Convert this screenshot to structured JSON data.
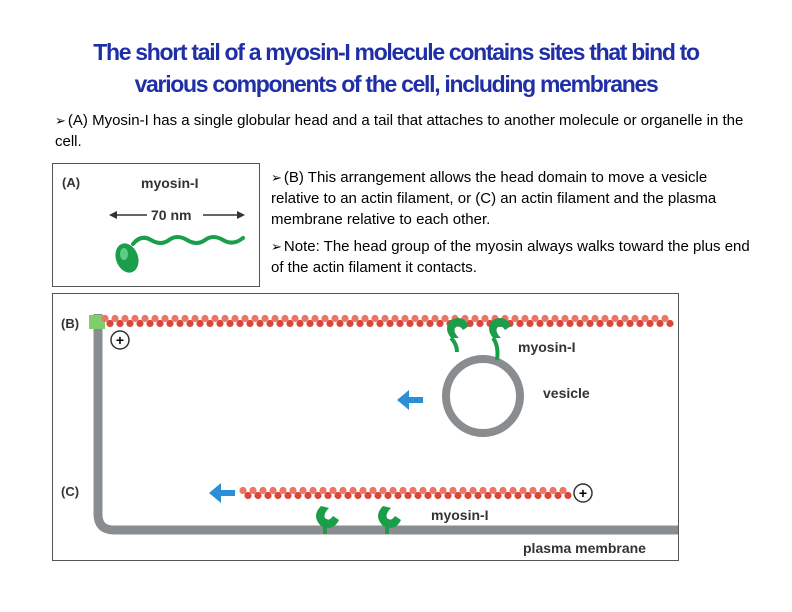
{
  "slide": {
    "title_line1": "The short tail of a myosin-I molecule contains sites that bind to",
    "title_line2": "various components of the cell, including  membranes",
    "bullets": [
      "(A) Myosin-I has a single globular head and a tail that attaches to another molecule or organelle in the cell.",
      "(B) This arrangement allows the head domain to move a vesicle relative to an actin filament, or (C) an actin filament and the plasma membrane relative to each other.",
      "Note: The head group of the myosin always walks toward the plus end of the actin filament it contacts."
    ],
    "bullet_marker": "Ø"
  },
  "figure_a": {
    "panel_label": "(A)",
    "molecule_label": "myosin-I",
    "scale_label": "70 nm"
  },
  "figure_bc": {
    "panel_b_label": "(B)",
    "panel_c_label": "(C)",
    "plus_sign": "+",
    "myosin_label_b": "myosin-I",
    "vesicle_label": "vesicle",
    "myosin_label_c": "myosin-I",
    "membrane_label": "plasma membrane"
  },
  "colors": {
    "title": "#1f2fa6",
    "myosin_green": "#1a9e4a",
    "actin_red": "#e4574a",
    "arrow_blue": "#2a8fd6",
    "membrane_gray": "#8a8d8f"
  }
}
